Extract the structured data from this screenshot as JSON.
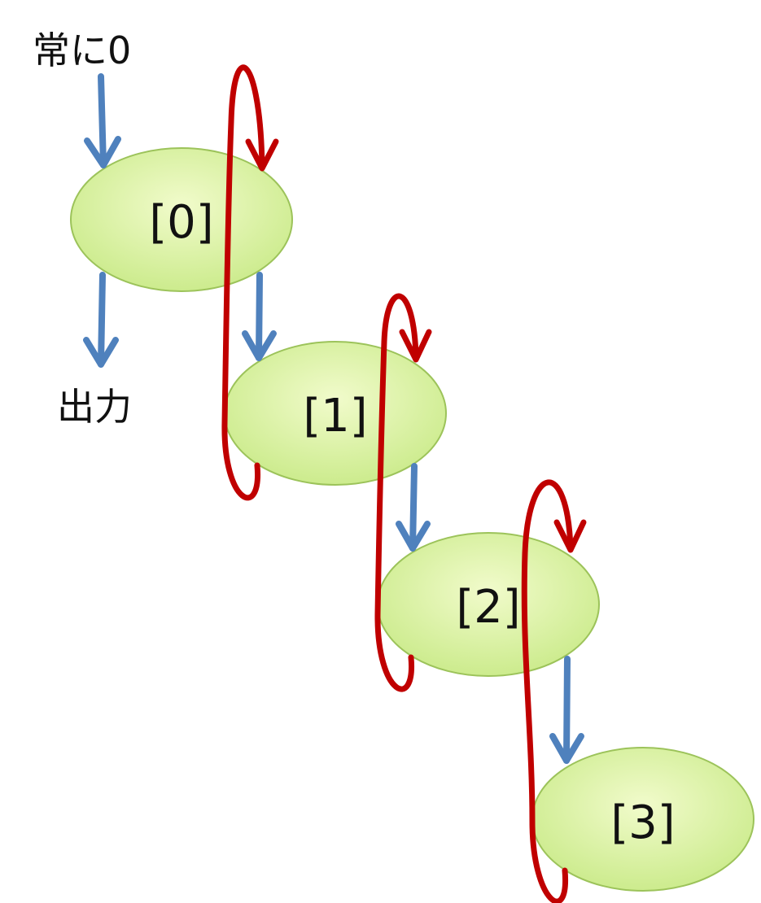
{
  "top_label": "常に0",
  "output_label": "出力",
  "nodes": [
    {
      "label": "[0]"
    },
    {
      "label": "[1]"
    },
    {
      "label": "[2]"
    },
    {
      "label": "[3]"
    }
  ],
  "colors": {
    "node_fill_light": "#f1fbcb",
    "node_fill_dark": "#c9ea88",
    "node_stroke": "#9cc35a",
    "blue_arrow": "#4f81bd",
    "red_loop": "#c00000",
    "text": "#111111"
  }
}
